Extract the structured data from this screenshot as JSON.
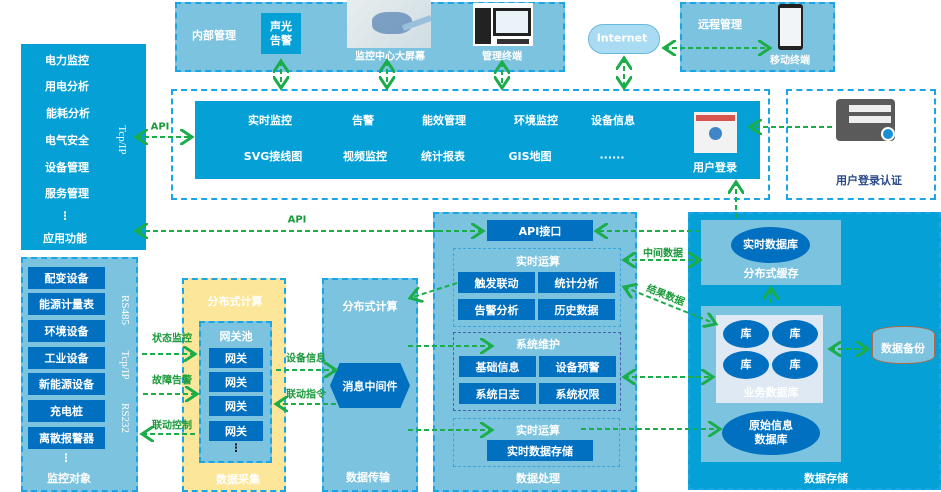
{
  "colors": {
    "dark_blue": "#0270c0",
    "mid_blue": "#04a0d6",
    "light_blue": "#7cc3df",
    "yellow": "#fbe69a",
    "arrow_green": "#1aad4a",
    "dash_border": "#1aa6e6"
  },
  "top": {
    "internal": "内部管理",
    "alarm": "声光告警",
    "bigscreen": "监控中心大屏幕",
    "terminal": "管理终端",
    "internet": "Internet",
    "remote": "远程管理",
    "mobile": "移动终端"
  },
  "app": {
    "row1": [
      "实时监控",
      "告警",
      "能效管理",
      "环境监控",
      "设备信息"
    ],
    "row2": [
      "SVG接线图",
      "视频监控",
      "统计报表",
      "GIS地图",
      "......"
    ],
    "login": "用户登录",
    "auth": "用户登录认证"
  },
  "left_funcs": {
    "items": [
      "电力监控",
      "用电分析",
      "能耗分析",
      "电气安全",
      "设备管理",
      "服务管理",
      "⋮",
      "应用功能"
    ],
    "protocol": "Tcp/IP"
  },
  "arrows": {
    "api1": "API",
    "api2": "API",
    "status": "状态监控",
    "fault": "故障告警",
    "link_ctrl": "联动控制",
    "dev_info": "设备信息",
    "link_cmd": "联动指令",
    "mid_data": "中间数据",
    "result_data": "结果数据"
  },
  "objects": {
    "items": [
      "配变设备",
      "能源计量表",
      "环境设备",
      "工业设备",
      "新能源设备",
      "充电桩",
      "离散报警器"
    ],
    "dots": "⋮",
    "label": "监控对象",
    "rs485": "RS485",
    "tcp": "Tcp/IP",
    "rs232": "RS232"
  },
  "collect": {
    "dist": "分布式计算",
    "pool": "网关池",
    "gateways": [
      "网关",
      "网关",
      "网关",
      "网关"
    ],
    "dots": "⋮",
    "label": "数据采集"
  },
  "transfer": {
    "dist": "分布式计算",
    "mq": "消息中间件",
    "label": "数据传输"
  },
  "process": {
    "api": "API接口",
    "rt1": {
      "title": "实时运算",
      "items": [
        "触发联动",
        "统计分析",
        "告警分析",
        "历史数据"
      ]
    },
    "maint": {
      "title": "系统维护",
      "items": [
        "基础信息",
        "设备预警",
        "系统日志",
        "系统权限"
      ]
    },
    "rt2": {
      "title": "实时运算",
      "item": "实时数据存储"
    },
    "label": "数据处理"
  },
  "storage": {
    "rtdb": "实时数据库",
    "cache": "分布式缓存",
    "libs": [
      "库",
      "库",
      "库",
      "库"
    ],
    "bizdb": "业务数据库",
    "raw1": "原始信息",
    "raw2": "数据库",
    "backup": "数据备份",
    "label": "数据存储"
  }
}
